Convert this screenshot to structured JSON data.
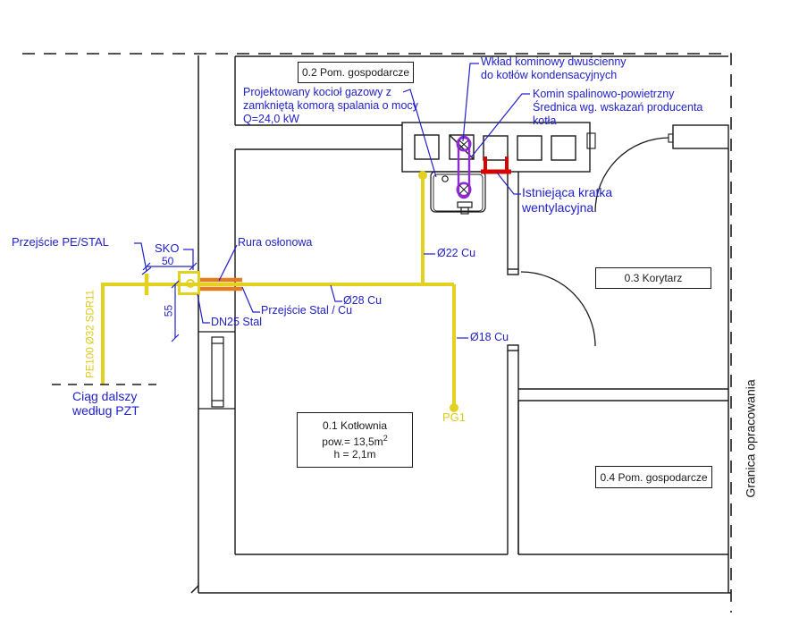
{
  "colors": {
    "blue": "#2121c8",
    "yellow": "#e3d11f",
    "orange": "#e87a1a",
    "purple": "#8f2bd1",
    "red": "#d60000",
    "wall": "#1a1a1a"
  },
  "boundary": {
    "label": "Granica opracowania"
  },
  "rooms": {
    "r01": {
      "line1": "0.1 Kotłownia",
      "area_prefix": "pow.= 13,5m",
      "area_sup": "2",
      "height": "h = 2,1m"
    },
    "r02": {
      "label": "0.2 Pom. gospodarcze"
    },
    "r03": {
      "label": "0.3 Korytarz"
    },
    "r04": {
      "label": "0.4 Pom. gospodarcze"
    }
  },
  "annotations": {
    "boiler": {
      "line1": "Projektowany kocioł gazowy z",
      "line2": "zamkniętą komorą spalania o mocy",
      "line3": "Q=24,0 kW"
    },
    "chimney_insert": {
      "line1": "Wkład kominowy dwuścienny",
      "line2": "do kotłów kondensacyjnych"
    },
    "chimney": {
      "line1": "Komin spalinowo-powietrzny",
      "line2": "Średnica wg. wskazań producenta",
      "line3": "kotła"
    },
    "vent_grille": {
      "line1": "Istniejąca kratka",
      "line2": "wentylacyjna"
    },
    "pe_steel_transition": "Przejście PE/STAL",
    "sko": "SKO",
    "dim50": "50",
    "dim55": "55",
    "casing_pipe": "Rura osłonowa",
    "steel_cu_transition": "Przejście Stal / Cu",
    "dn25": "DN25 Stal",
    "continuation": {
      "line1": "Ciąg dalszy",
      "line2": "według PZT"
    }
  },
  "pipes": {
    "d28": "Ø28 Cu",
    "d22": "Ø22 Cu",
    "d18": "Ø18 Cu",
    "pg1": "PG1",
    "pe": "PE100 Ø32 SDR11"
  }
}
